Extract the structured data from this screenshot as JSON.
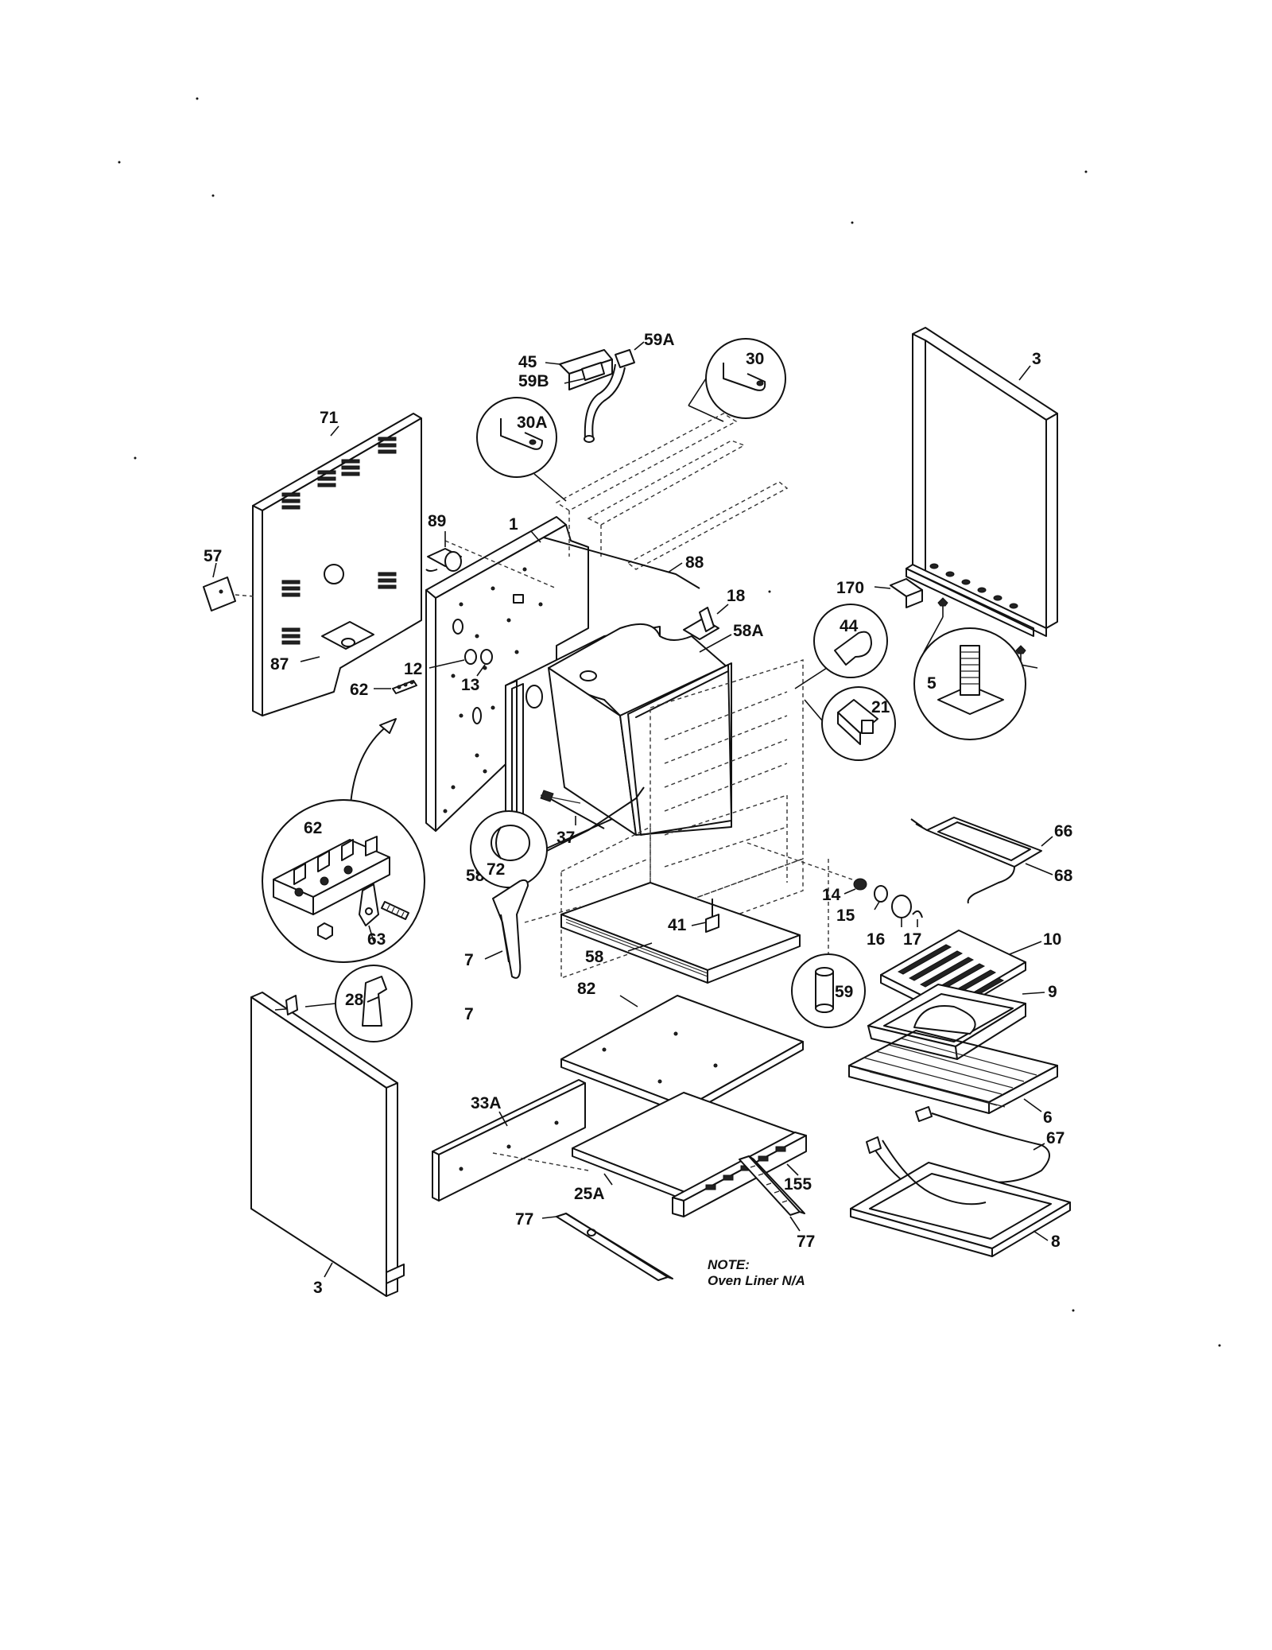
{
  "labels": {
    "l3_top": "3",
    "l71": "71",
    "l57": "57",
    "l87": "87",
    "l89": "89",
    "l1": "1",
    "l45": "45",
    "l59B": "59B",
    "l59A": "59A",
    "l30": "30",
    "l30A": "30A",
    "l88": "88",
    "l18": "18",
    "l58A": "58A",
    "l12": "12",
    "l13": "13",
    "l62_top": "62",
    "l62_circle": "62",
    "l63": "63",
    "l58B": "58B",
    "l37": "37",
    "l72": "72",
    "l44": "44",
    "l21": "21",
    "l5": "5",
    "l170": "170",
    "l66": "66",
    "l68": "68",
    "l14": "14",
    "l15": "15",
    "l16": "16",
    "l17": "17",
    "l10": "10",
    "l9": "9",
    "l6": "6",
    "l67": "67",
    "l8": "8",
    "l59": "59",
    "l41": "41",
    "l58": "58",
    "l7_upper": "7",
    "l7_lower": "7",
    "l82": "82",
    "l28": "28",
    "l33A": "33A",
    "l25A": "25A",
    "l155": "155",
    "l77_left": "77",
    "l77_right": "77",
    "l3_bottom": "3"
  },
  "note": {
    "title": "NOTE:",
    "text": "Oven Liner N/A"
  }
}
